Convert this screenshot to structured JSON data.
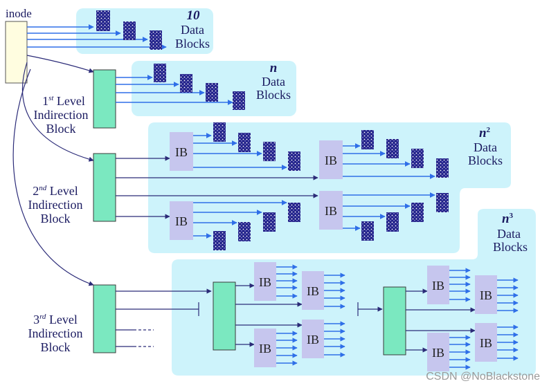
{
  "inode": {
    "label": "inode"
  },
  "direct": {
    "count": "10",
    "line1": "Data",
    "line2": "Blocks"
  },
  "level1": {
    "line1_num": "1",
    "line1_sup": "st",
    "line1_rest": " Level",
    "line2": "Indirection",
    "line3": "Block",
    "data_count": "n",
    "data_line1": "Data",
    "data_line2": "Blocks"
  },
  "level2": {
    "line1_num": "2",
    "line1_sup": "nd",
    "line1_rest": " Level",
    "line2": "Indirection",
    "line3": "Block",
    "data_count": "n",
    "data_count_sup": "2",
    "data_line1": "Data",
    "data_line2": "Blocks"
  },
  "level3": {
    "line1_num": "3",
    "line1_sup": "rd",
    "line1_rest": " Level",
    "line2": "Indirection",
    "line3": "Block",
    "data_count": "n",
    "data_count_sup": "3",
    "data_line1": "Data",
    "data_line2": "Blocks"
  },
  "ib_label": "IB",
  "watermark": "CSDN @NoBlackstone",
  "colors": {
    "region": "#cdf3fb",
    "inode_fill": "#fffde0",
    "indirect_fill": "#7be8c0",
    "ib_fill": "#c6c6ee",
    "arrow": "#2f6fe8",
    "pointer": "#2b2b78",
    "data_block": "#23238a"
  }
}
